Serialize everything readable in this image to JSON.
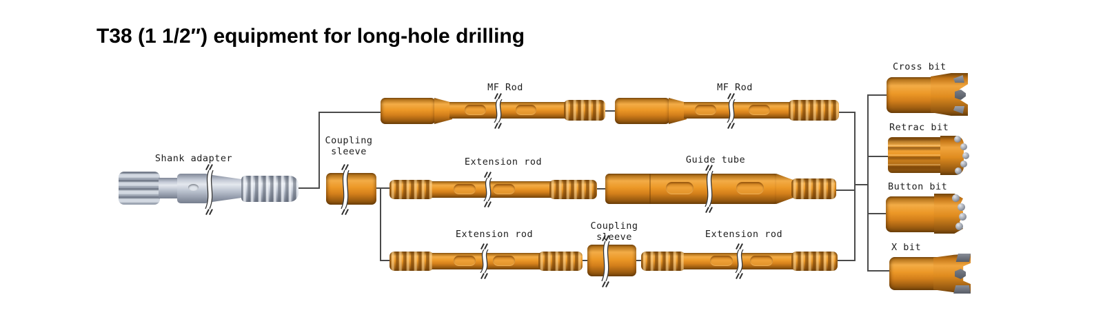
{
  "title": "T38 (1 1/2″) equipment for long-hole drilling",
  "colors": {
    "part_orange": "#e8951f",
    "part_steel": "#b9c0cc",
    "connector_line": "#4a4a4a",
    "carbide_insert_gray": "#8f949e",
    "background": "#ffffff",
    "label_text": "#1c1c1c"
  },
  "diagram": {
    "shank_adapter_label": "Shank adapter",
    "coupling_sleeve_label": "Coupling sleeve",
    "rows": {
      "top": {
        "part1": "MF Rod",
        "part2": "MF Rod"
      },
      "middle": {
        "part1": "Extension rod",
        "part2": "Guide tube"
      },
      "bottom": {
        "part1": "Extension rod",
        "part2": "Coupling sleeve",
        "part3": "Extension rod"
      }
    },
    "bits": [
      {
        "label": "Cross bit"
      },
      {
        "label": "Retrac bit"
      },
      {
        "label": "Button bit"
      },
      {
        "label": "X bit"
      }
    ]
  }
}
